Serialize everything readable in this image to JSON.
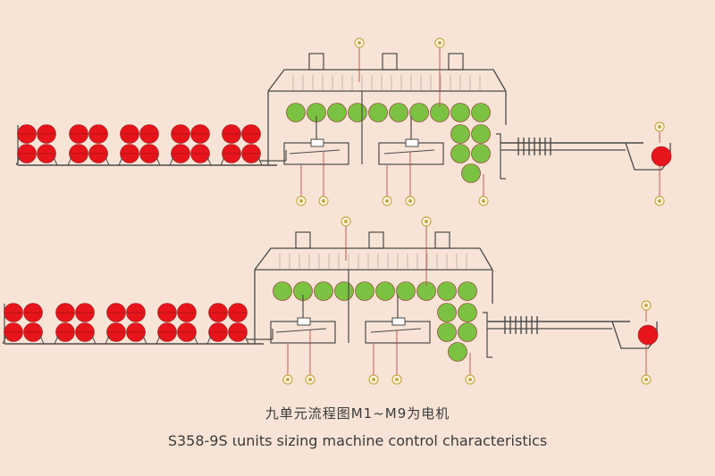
{
  "caption": {
    "cn": "九单元流程图M1~M9为电机",
    "en": "S358-9S ιunits sizing machine control characteristics"
  },
  "colors": {
    "background": "#f8e4d6",
    "creel_cylinder": "#e8141c",
    "dryer_cylinder": "#7cc242",
    "line": "#4a4a4a",
    "leader": "#b84a4a",
    "motor_marker": "#c9a84a"
  },
  "machines": [
    {
      "name": "upper-line",
      "motor_markers": 9,
      "creel_groups": 5,
      "dryer_cylinders": 15
    },
    {
      "name": "lower-line",
      "motor_markers": 9,
      "creel_groups": 5,
      "dryer_cylinders": 15
    }
  ]
}
